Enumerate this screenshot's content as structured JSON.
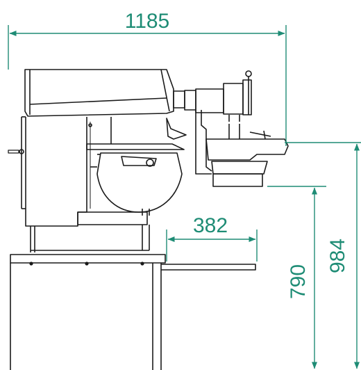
{
  "dimensions": {
    "overall_width": "1185",
    "extension_width": "382",
    "outlet_height": "790",
    "overall_height": "984"
  },
  "colors": {
    "dimension": "#1e8c75",
    "line": "#1a1a1a",
    "background": "#ffffff"
  }
}
